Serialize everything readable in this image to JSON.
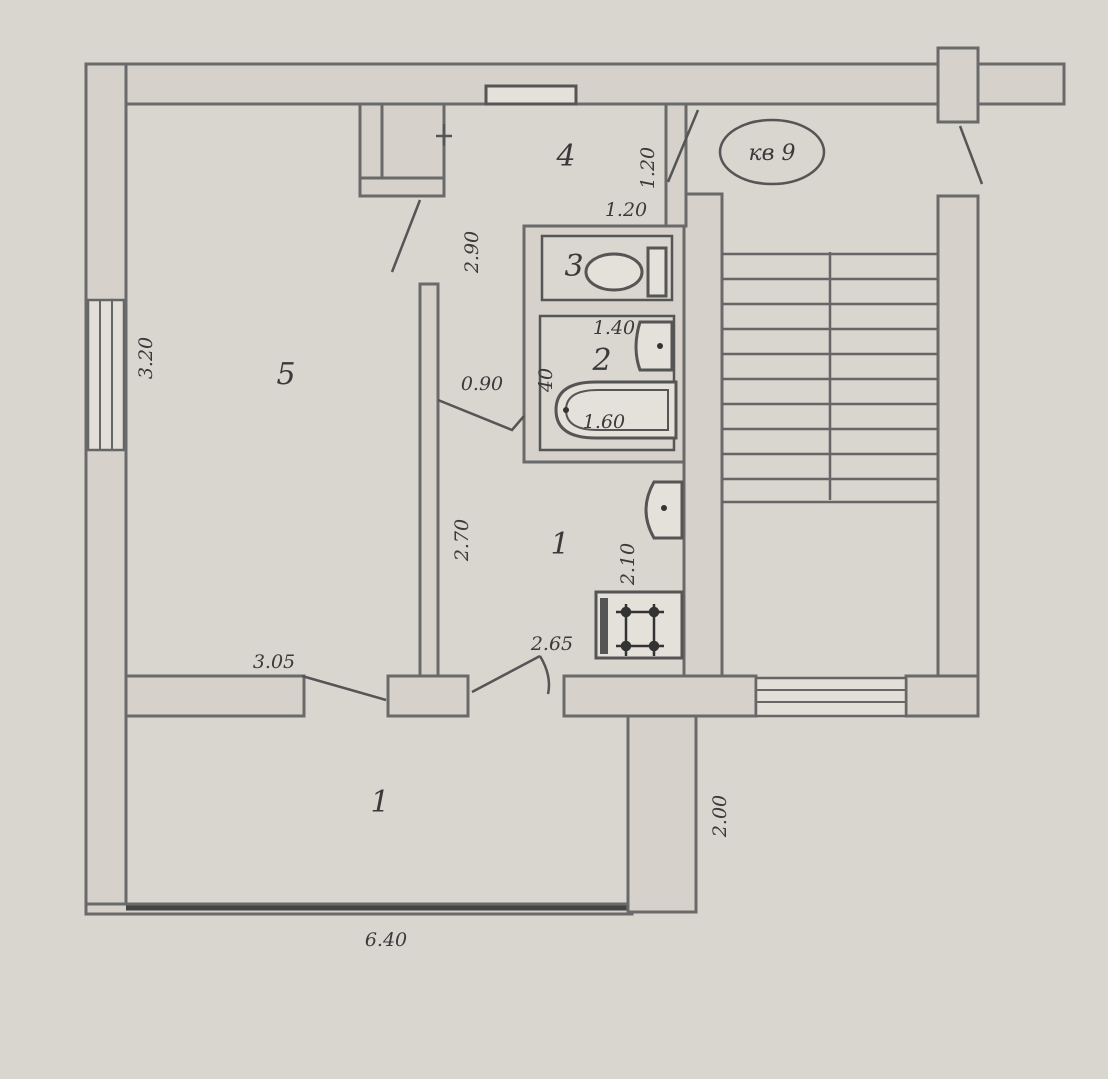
{
  "rooms": {
    "r1_kitchen": "1",
    "r2_bath": "2",
    "r3_wc": "3",
    "r4_hall": "4",
    "r5_living": "5",
    "r1_lower": "1"
  },
  "apartment_label": "кв 9",
  "dimensions": {
    "d_120_vert": "1.20",
    "d_120_horiz": "1.20",
    "d_290": "2.90",
    "d_320": "3.20",
    "d_140": "1.40",
    "d_40": "40",
    "d_090": "0.90",
    "d_160": "1.60",
    "d_270": "2.70",
    "d_210": "2.10",
    "d_305": "3.05",
    "d_265": "2.65",
    "d_200": "2.00",
    "d_640": "6.40"
  }
}
